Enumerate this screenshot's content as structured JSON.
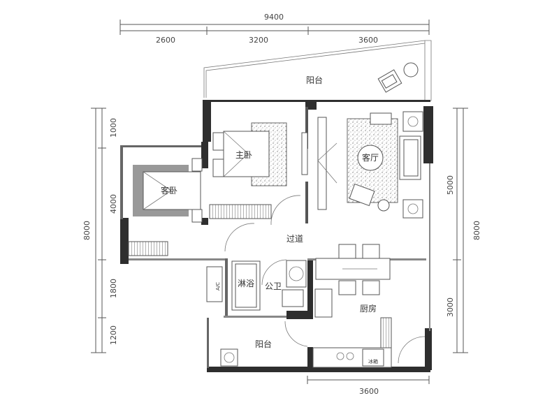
{
  "dimensions": {
    "top_total": "9400",
    "top_segments": [
      "2600",
      "3200",
      "3600"
    ],
    "bottom": "3600",
    "left_total": "8000",
    "left_segments": [
      "1000",
      "4000",
      "1800",
      "1200"
    ],
    "right_total": "8000",
    "right_segments": [
      "5000",
      "3000"
    ]
  },
  "rooms": {
    "balcony_top": "阳台",
    "master_bedroom": "主卧",
    "guest_bedroom": "客卧",
    "living_room": "客厅",
    "corridor": "过道",
    "shower": "淋浴",
    "bathroom": "公卫",
    "kitchen": "厨房",
    "balcony_bottom": "阳台"
  },
  "labels": {
    "ac": "A/C",
    "fridge": "冰箱"
  }
}
